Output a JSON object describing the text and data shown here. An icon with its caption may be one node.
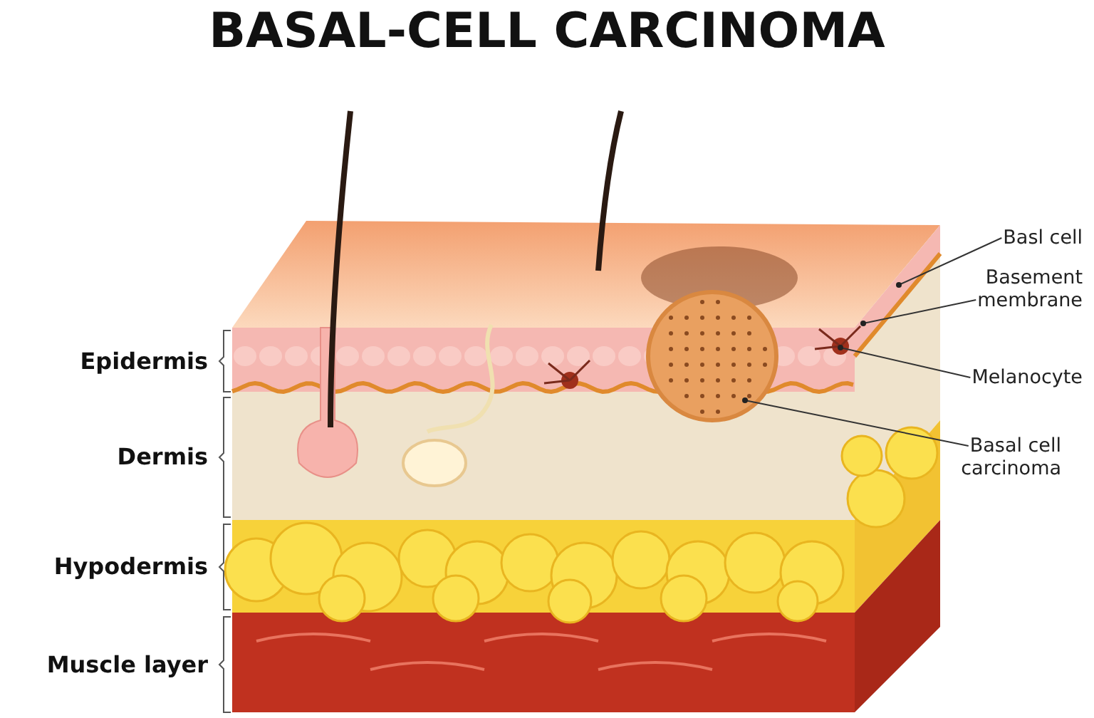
{
  "diagram": {
    "title": "BASAL-CELL CARCINOMA",
    "nodes": [
      {
        "text": [
          "Basl cell"
        ]
      },
      {
        "text": [
          "Basement membrane"
        ]
      },
      {
        "text": [
          "Melanocyte"
        ]
      },
      {
        "text": [
          "Basal cell carcinoma"
        ]
      }
    ],
    "edges": [
      {
        "from": 0,
        "to": null,
        "arrow": "other"
      },
      {
        "from": 1,
        "to": null,
        "arrow": "other"
      },
      {
        "from": 2,
        "to": null,
        "arrow": "other"
      },
      {
        "from": 3,
        "to": null,
        "arrow": "other"
      }
    ],
    "labels": [
      "Epidermis",
      "Dermis",
      "Hypodermis",
      "Muscle layer"
    ]
  }
}
